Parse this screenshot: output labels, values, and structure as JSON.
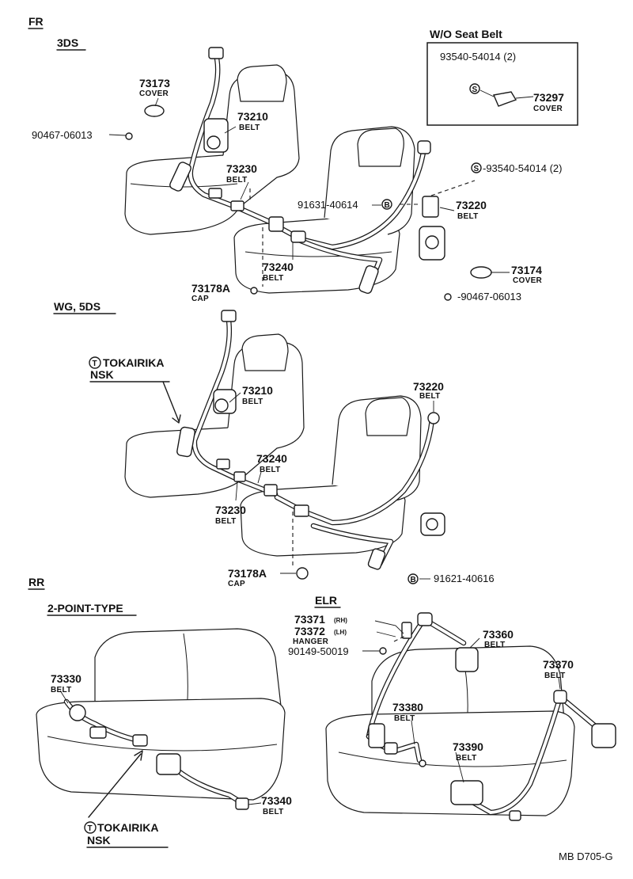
{
  "sections": {
    "front": "FR",
    "front_3ds": "3DS",
    "front_wg5ds": "WG, 5DS",
    "rear": "RR",
    "rear_2point": "2-POINT-TYPE",
    "rear_elr": "ELR"
  },
  "inset": {
    "title": "W/O Seat Belt"
  },
  "markers": {
    "s": "S",
    "b": "B",
    "t": "T"
  },
  "brands": {
    "tokairika": "TOKAIRIKA",
    "nsk": "NSK"
  },
  "parts": {
    "p73173": "73173",
    "d_cover": "COVER",
    "p90467a": "90467-06013",
    "p73210": "73210",
    "d_belt": "BELT",
    "p73230": "73230",
    "p91631": "91631-40614",
    "p73240": "73240",
    "p73178a": "73178A",
    "d_cap": "CAP",
    "p93540_inset": "93540-54014 (2)",
    "p73297": "73297",
    "p93540": "-93540-54014 (2)",
    "p73220": "73220",
    "p73174": "73174",
    "p90467b": "-90467-06013",
    "w73210": "73210",
    "w73220": "73220",
    "w73240": "73240",
    "w73230": "73230",
    "w73178a": "73178A",
    "p91621": "91621-40616",
    "p73330": "73330",
    "p73340": "73340",
    "p73371": "73371",
    "p73371_side": "(RH)",
    "p73372": "73372",
    "p73372_side": "(LH)",
    "d_hanger": "HANGER",
    "p90149": "90149-50019",
    "p73360": "73360",
    "p73370": "73370",
    "p73380": "73380",
    "p73390": "73390"
  },
  "drawing_code": "MB D705-G"
}
